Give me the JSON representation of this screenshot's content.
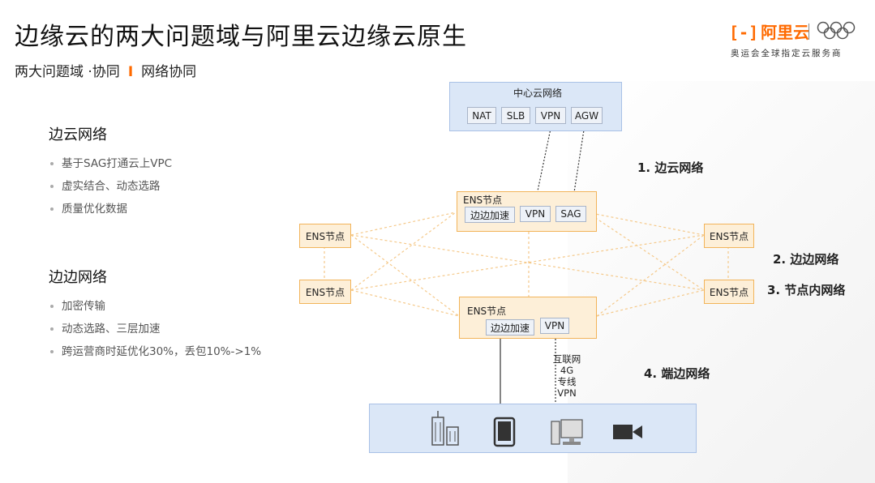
{
  "header": {
    "title": "边缘云的两大问题域与阿里云边缘云原生",
    "subtitle_part1": "两大问题域 ·协同",
    "subtitle_sep": "I",
    "subtitle_part2": "网络协同"
  },
  "logo": {
    "mark": "[-]",
    "brand": "阿里云",
    "tagline": "奥运会全球指定云服务商"
  },
  "left_panel": {
    "sections": [
      {
        "heading": "边云网络",
        "items": [
          "基于SAG打通云上VPC",
          "虚实结合、动态选路",
          "质量优化数据"
        ]
      },
      {
        "heading": "边边网络",
        "items": [
          "加密传输",
          "动态选路、三层加速",
          "跨运营商时延优化30%，丢包10%->1%"
        ]
      }
    ]
  },
  "diagram": {
    "center_cloud": {
      "label": "中心云网络",
      "cells": [
        "NAT",
        "SLB",
        "VPN",
        "AGW"
      ]
    },
    "ens_top": {
      "label": "ENS节点",
      "cells": [
        "边边加速",
        "VPN",
        "SAG"
      ]
    },
    "ens_bottom": {
      "label": "ENS节点",
      "cells": [
        "边边加速",
        "VPN"
      ]
    },
    "ens_side": [
      "ENS节点",
      "ENS节点",
      "ENS节点",
      "ENS节点"
    ],
    "annotations": [
      "1. 边云网络",
      "2. 边边网络",
      "3. 节点内网络",
      "4. 端边网络"
    ],
    "internet_lines": [
      "互联网",
      "4G",
      "专线",
      "VPN"
    ],
    "devices": [
      "building-icon",
      "tablet-icon",
      "desktop-computer-icon",
      "camera-icon"
    ]
  },
  "colors": {
    "accent": "#ff6a00",
    "node_fill": "#fdefd8",
    "node_border": "#f2b45a",
    "cloud_fill": "#dbe7f7",
    "cloud_border": "#a9c1e6"
  }
}
